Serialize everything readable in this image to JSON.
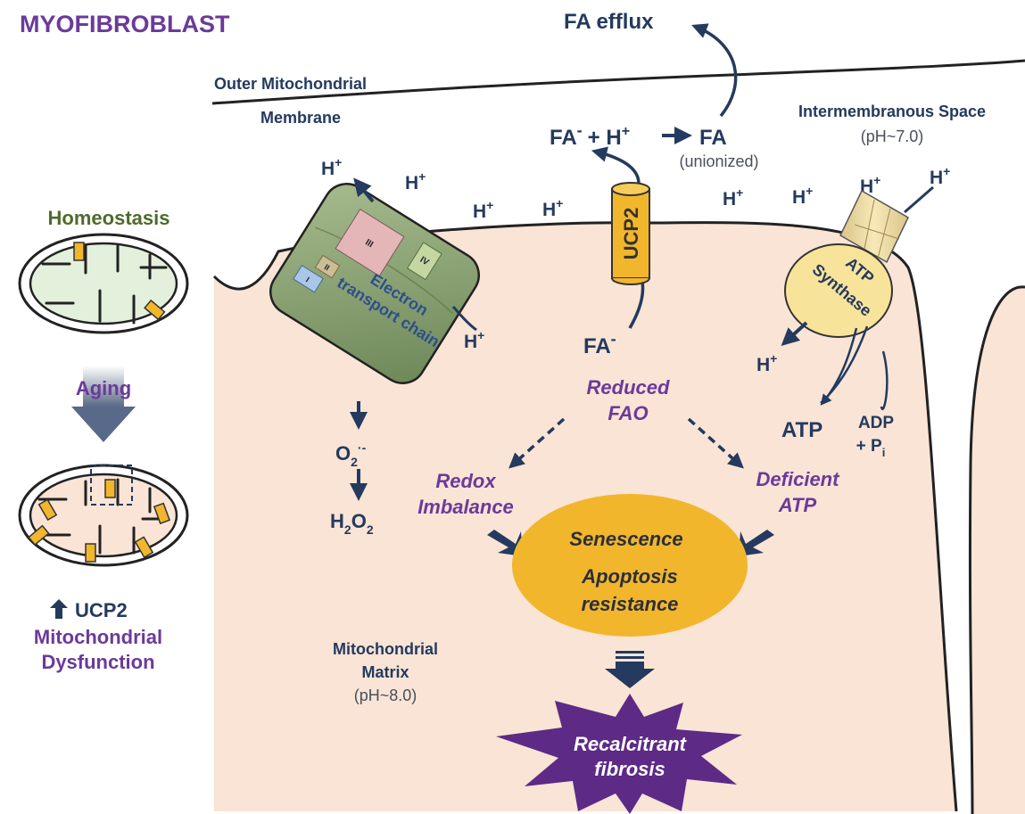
{
  "title": "MYOFIBROBLAST",
  "colors": {
    "navy": "#243a5e",
    "purple": "#6b3a9a",
    "green_text": "#4e6b2c",
    "matrix_fill": "#f9e4d6",
    "homeostasis_fill": "#e3f0dc",
    "ucp2_yellow": "#f2b62c",
    "atp_synthase_yellow": "#f8e39a",
    "star_purple": "#5d2a86",
    "etc_green": "#8fa876"
  },
  "side_panel": {
    "homeostasis_label": "Homeostasis",
    "aging_label": "Aging",
    "ucp2_up_arrow_icon": "up-arrow-icon",
    "ucp2_label": "UCP2",
    "dysfunction_line1": "Mitochondrial",
    "dysfunction_line2": "Dysfunction"
  },
  "membrane": {
    "outer_line1": "Outer Mitochondrial",
    "outer_line2": "Membrane",
    "intermembrane_label": "Intermembranous Space",
    "intermembrane_ph": "(pH~7.0)",
    "matrix_line1": "Mitochondrial",
    "matrix_line2": "Matrix",
    "matrix_ph": "(pH~8.0)"
  },
  "etc": {
    "label_line1": "Electron",
    "label_line2": "transport chain",
    "complexes": [
      "I",
      "II",
      "III",
      "IV"
    ],
    "superoxide_main": "O",
    "superoxide_sub": "2",
    "superoxide_sup": "·-",
    "peroxide_a": "H",
    "peroxide_sub1": "2",
    "peroxide_b": "O",
    "peroxide_sub2": "2"
  },
  "ucp2": {
    "label": "UCP2",
    "fa_anion_top": "FA",
    "fa_anion_top_sup": "-",
    "plus_h": "+ H",
    "plus_h_sup": "+",
    "fa": "FA",
    "unionized": "(unionized)",
    "fa_efflux": "FA efflux",
    "fa_anion_bottom": "FA",
    "fa_anion_bottom_sup": "-"
  },
  "atp_synthase": {
    "label_line1": "ATP",
    "label_line2": "Synthase",
    "atp": "ATP",
    "adp_line1": "ADP",
    "adp_line2": "+ P",
    "adp_sub": "i"
  },
  "proton": {
    "main": "H",
    "sup": "+"
  },
  "pathway": {
    "reduced_fao_line1": "Reduced",
    "reduced_fao_line2": "FAO",
    "redox_line1": "Redox",
    "redox_line2": "Imbalance",
    "deficient_line1": "Deficient",
    "deficient_line2": "ATP",
    "outcome_line1": "Senescence",
    "outcome_line2": "Apoptosis",
    "outcome_line3": "resistance",
    "fibrosis_line1": "Recalcitrant",
    "fibrosis_line2": "fibrosis"
  }
}
